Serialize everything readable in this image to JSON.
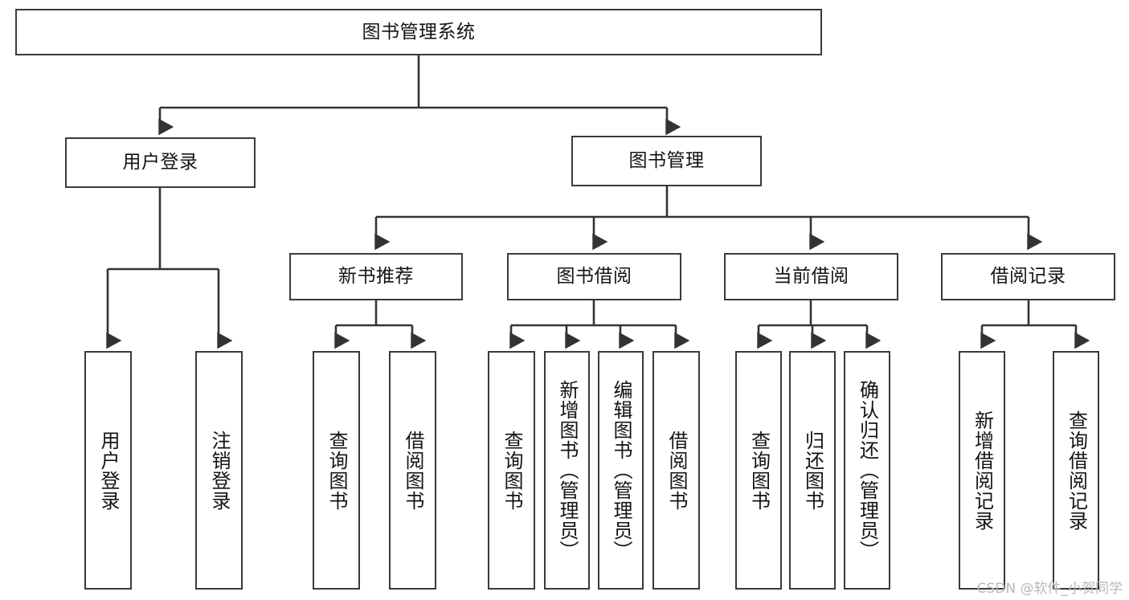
{
  "diagram": {
    "title": "图书管理系统",
    "type": "tree-hierarchy-chart",
    "root": {
      "id": "root",
      "label": "图书管理系统"
    },
    "level2": [
      {
        "id": "user-login",
        "label": "用户登录"
      },
      {
        "id": "book-manage",
        "label": "图书管理"
      }
    ],
    "level3": [
      {
        "id": "new-book-recommend",
        "label": "新书推荐",
        "parent": "book-manage"
      },
      {
        "id": "book-borrow",
        "label": "图书借阅",
        "parent": "book-manage"
      },
      {
        "id": "current-borrow",
        "label": "当前借阅",
        "parent": "book-manage"
      },
      {
        "id": "borrow-record",
        "label": "借阅记录",
        "parent": "book-manage"
      }
    ],
    "leaves": [
      {
        "id": "leaf-user-login",
        "label": "用户登录",
        "parent": "user-login"
      },
      {
        "id": "leaf-user-logout",
        "label": "注销登录",
        "parent": "user-login"
      },
      {
        "id": "leaf-query-book-1",
        "label": "查询图书",
        "parent": "new-book-recommend"
      },
      {
        "id": "leaf-borrow-book-1",
        "label": "借阅图书",
        "parent": "new-book-recommend"
      },
      {
        "id": "leaf-query-book-2",
        "label": "查询图书",
        "parent": "book-borrow"
      },
      {
        "id": "leaf-add-book",
        "label": "新增图书（管理员）",
        "parent": "book-borrow"
      },
      {
        "id": "leaf-edit-book",
        "label": "编辑图书（管理员）",
        "parent": "book-borrow"
      },
      {
        "id": "leaf-borrow-book-2",
        "label": "借阅图书",
        "parent": "book-borrow"
      },
      {
        "id": "leaf-query-book-3",
        "label": "查询图书",
        "parent": "current-borrow"
      },
      {
        "id": "leaf-return-book",
        "label": "归还图书",
        "parent": "current-borrow"
      },
      {
        "id": "leaf-confirm-return",
        "label": "确认归还（管理员）",
        "parent": "current-borrow"
      },
      {
        "id": "leaf-add-record",
        "label": "新增借阅记录",
        "parent": "borrow-record"
      },
      {
        "id": "leaf-query-record",
        "label": "查询借阅记录",
        "parent": "borrow-record"
      }
    ],
    "watermark": "CSDN @软件_小贺同学",
    "colors": {
      "border": "#3a3a3a",
      "background": "#ffffff",
      "text": "#141414",
      "edge": "#333333",
      "watermark": "#b8b8b8"
    }
  }
}
